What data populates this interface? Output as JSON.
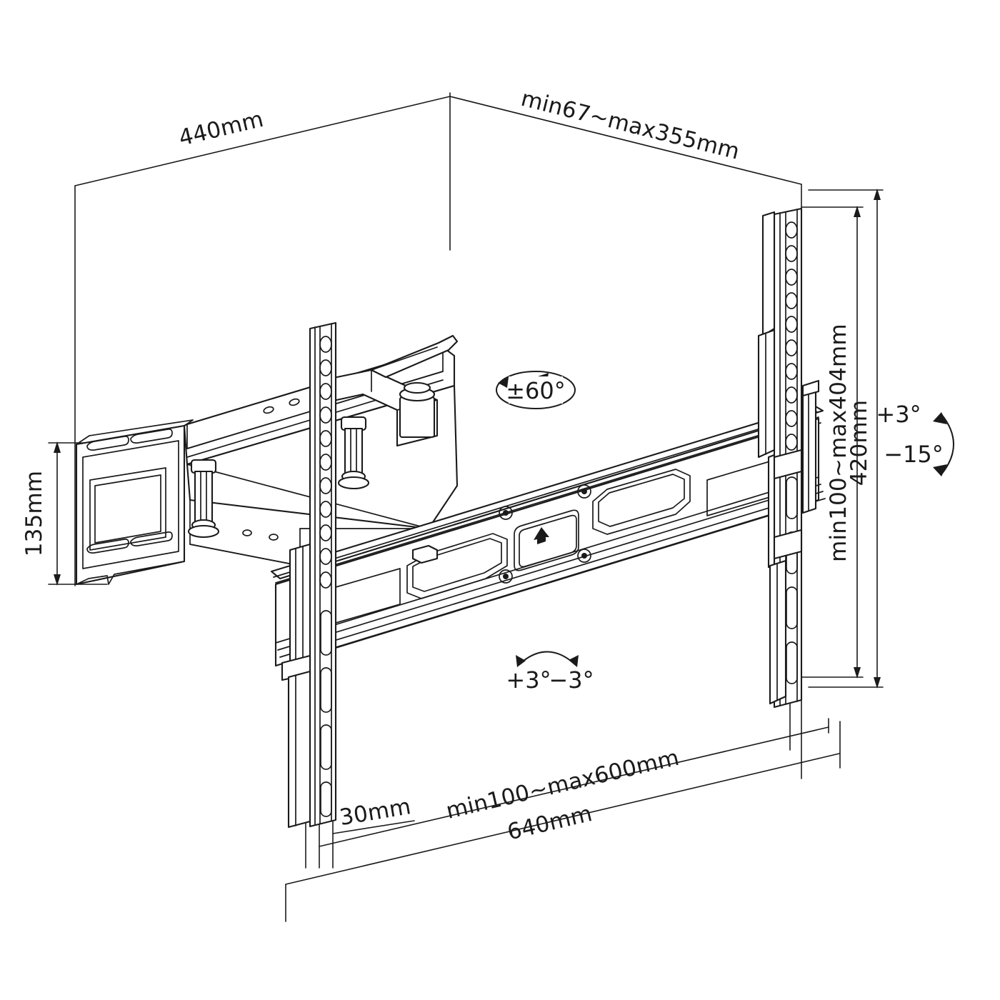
{
  "drawing": {
    "title": "TV Wall Mount Technical Dimension Drawing",
    "line_color": "#1a1a1a",
    "background_color": "#ffffff"
  },
  "dimensions": {
    "top_left": "440mm",
    "top_right": "min67~max355mm",
    "left_vertical": "135mm",
    "right_inner_vertical": "min100~max404mm",
    "right_outer_vertical": "420mm",
    "bottom_small": "30mm",
    "bottom_upper": "min100~max600mm",
    "bottom_lower": "640mm"
  },
  "angles": {
    "swivel": "±60°",
    "tilt_up": "+3°",
    "tilt_down": "−15°",
    "level_left": "+3°",
    "level_right": "−3°"
  },
  "markers": {
    "orientation_arrow": "▲"
  }
}
